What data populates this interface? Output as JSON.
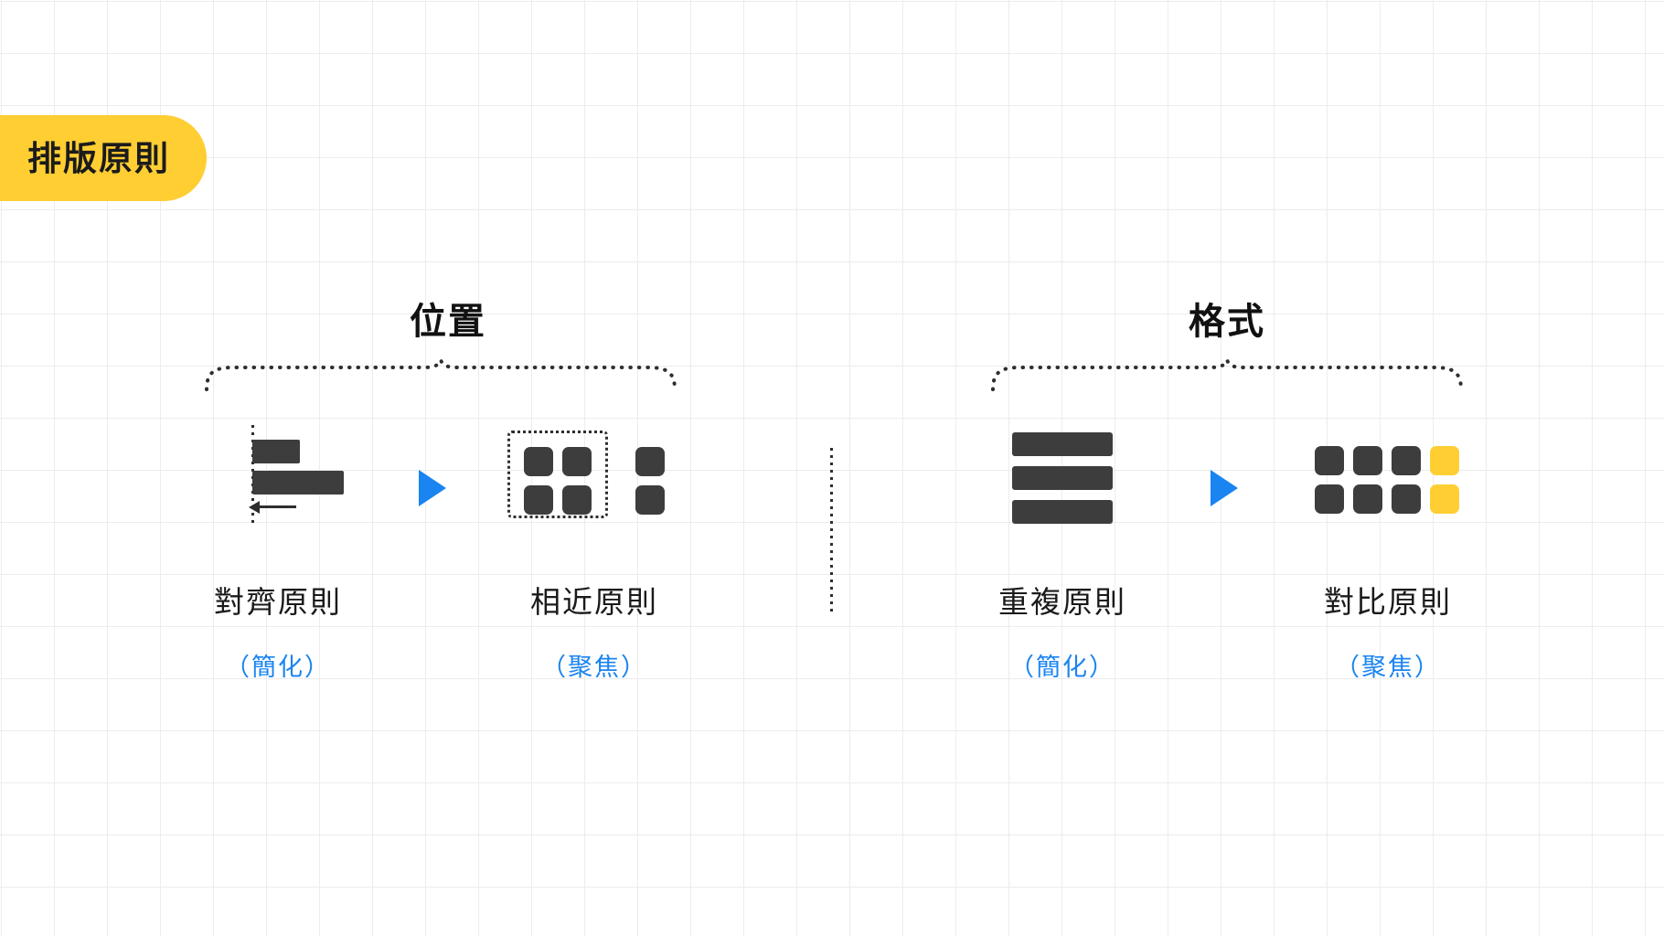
{
  "badge": {
    "label": "排版原則"
  },
  "groups": [
    {
      "id": "position",
      "title": "位置"
    },
    {
      "id": "format",
      "title": "格式"
    }
  ],
  "principles": [
    {
      "id": "alignment",
      "name": "對齊原則",
      "subtitle": "（簡化）",
      "icon": "alignment-bars-icon",
      "group": "位置"
    },
    {
      "id": "proximity",
      "name": "相近原則",
      "subtitle": "（聚焦）",
      "icon": "proximity-grouped-squares-icon",
      "group": "位置"
    },
    {
      "id": "repetition",
      "name": "重複原則",
      "subtitle": "（簡化）",
      "icon": "repetition-stacked-bars-icon",
      "group": "格式"
    },
    {
      "id": "contrast",
      "name": "對比原則",
      "subtitle": "（聚焦）",
      "icon": "contrast-squares-icon",
      "group": "格式"
    }
  ],
  "arrows": {
    "left_label": "arrow-right-icon",
    "right_label": "arrow-right-icon"
  },
  "colors": {
    "badge_yellow": "#FFCE33",
    "accent_blue": "#1A84F0",
    "shape_dark": "#3D3D3D",
    "grid_line": "#ECECEC",
    "text_dark": "#1A1A1A"
  }
}
